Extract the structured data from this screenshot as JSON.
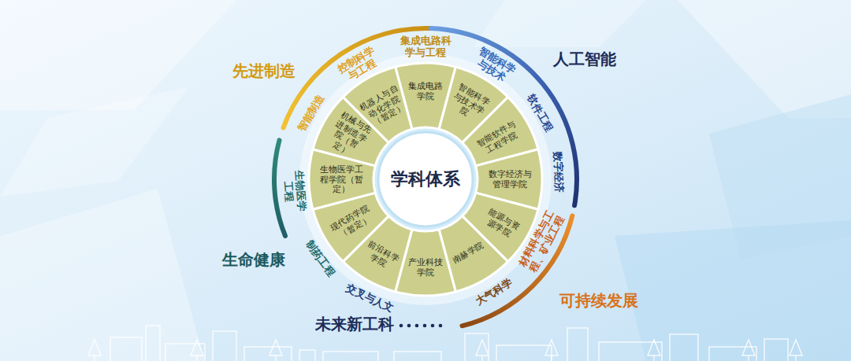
{
  "diagram": {
    "nodes": [
      {
        "text": [
          "学科体系"
        ]
      },
      {
        "text": [
          "集成电路学院"
        ]
      },
      {
        "text": [
          "智能科学与技术学院"
        ]
      },
      {
        "text": [
          "智能软件与工程学院"
        ]
      },
      {
        "text": [
          "数字经济与管理学院"
        ]
      },
      {
        "text": [
          "能源与资源学院"
        ]
      },
      {
        "text": [
          "南赫学院"
        ]
      },
      {
        "text": [
          "产业科技学院"
        ]
      },
      {
        "text": [
          "前沿科学学院"
        ]
      },
      {
        "text": [
          "现代药学院（暂定）"
        ]
      },
      {
        "text": [
          "生物医学工程学院（暂定）"
        ]
      },
      {
        "text": [
          "机械与先进制造学院（暂定）"
        ]
      },
      {
        "text": [
          "机器人与自动化学院（暂定）"
        ]
      }
    ],
    "labels": [
      "先进制造",
      "控制科学与工程",
      "集成电路科学与工程",
      "智能科学与技术",
      "人工智能",
      "软件工程",
      "数字经济",
      "材料科学与工程、矿业工程",
      "可持续发展",
      "大气科学",
      "交叉与人文",
      "制药工程",
      "生命健康",
      "生物医学工程",
      "智能制造",
      "未来新工科"
    ]
  }
}
